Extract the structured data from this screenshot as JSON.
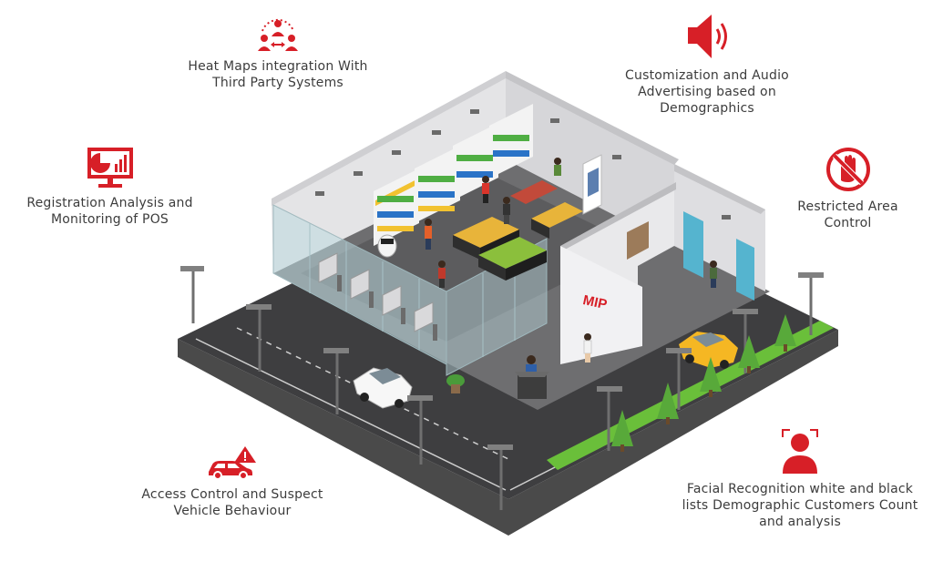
{
  "features": {
    "heatmap": {
      "label": "Heat Maps integration With Third Party Systems",
      "icon": "people-network-icon"
    },
    "audio": {
      "label": "Customization and Audio Advertising based on Demographics",
      "icon": "speaker-icon"
    },
    "pos": {
      "label": "Registration Analysis and Monitoring of POS",
      "icon": "monitor-chart-icon"
    },
    "restrict": {
      "label": "Restricted Area Control",
      "icon": "no-hand-icon"
    },
    "vehicle": {
      "label": "Access Control and Suspect Vehicle Behaviour",
      "icon": "car-warning-icon"
    },
    "facial": {
      "label": "Facial Recognition white and black lists Demographic Customers Count and analysis",
      "icon": "face-scan-icon"
    }
  },
  "store_sign": "MIP",
  "colors": {
    "accent": "#d71f27",
    "road": "#3d3d3d",
    "floor": "#7a7a7a",
    "wall": "#e8e8ea",
    "grass": "#6abf3a",
    "glass": "#bcd9df"
  }
}
